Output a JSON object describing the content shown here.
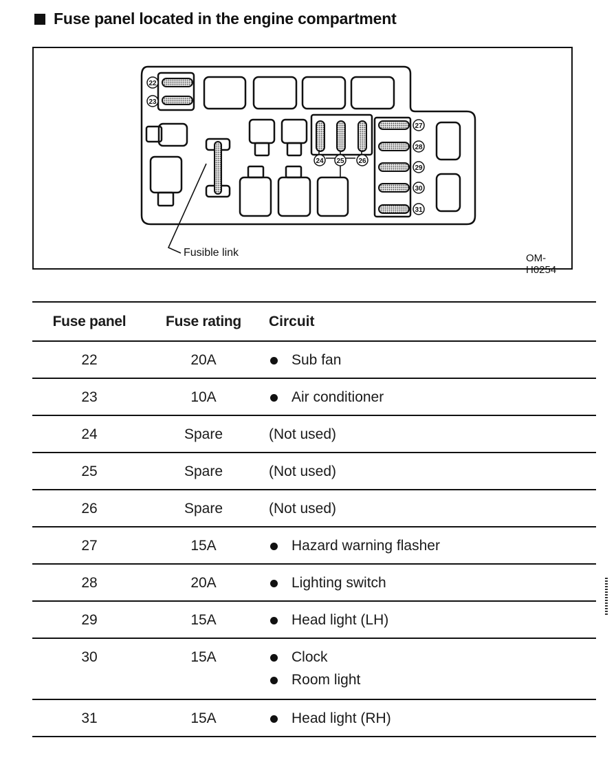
{
  "heading": "Fuse panel located in the engine compartment",
  "figure": {
    "fusible_link_label": "Fusible link",
    "code": "OM-H0254",
    "fuse_numbers": {
      "n22": "22",
      "n23": "23",
      "n24": "24",
      "n25": "25",
      "n26": "26",
      "n27": "27",
      "n28": "28",
      "n29": "29",
      "n30": "30",
      "n31": "31"
    }
  },
  "table": {
    "headers": {
      "panel": "Fuse panel",
      "rating": "Fuse rating",
      "circuit": "Circuit"
    },
    "rows": [
      {
        "panel": "22",
        "rating": "20A",
        "circuits": [
          "Sub fan"
        ]
      },
      {
        "panel": "23",
        "rating": "10A",
        "circuits": [
          "Air conditioner"
        ]
      },
      {
        "panel": "24",
        "rating": "Spare",
        "note": "(Not used)"
      },
      {
        "panel": "25",
        "rating": "Spare",
        "note": "(Not used)"
      },
      {
        "panel": "26",
        "rating": "Spare",
        "note": "(Not used)"
      },
      {
        "panel": "27",
        "rating": "15A",
        "circuits": [
          "Hazard warning flasher"
        ]
      },
      {
        "panel": "28",
        "rating": "20A",
        "circuits": [
          "Lighting switch"
        ]
      },
      {
        "panel": "29",
        "rating": "15A",
        "circuits": [
          "Head light (LH)"
        ]
      },
      {
        "panel": "30",
        "rating": "15A",
        "circuits": [
          "Clock",
          "Room light"
        ]
      },
      {
        "panel": "31",
        "rating": "15A",
        "circuits": [
          "Head light (RH)"
        ]
      }
    ]
  }
}
